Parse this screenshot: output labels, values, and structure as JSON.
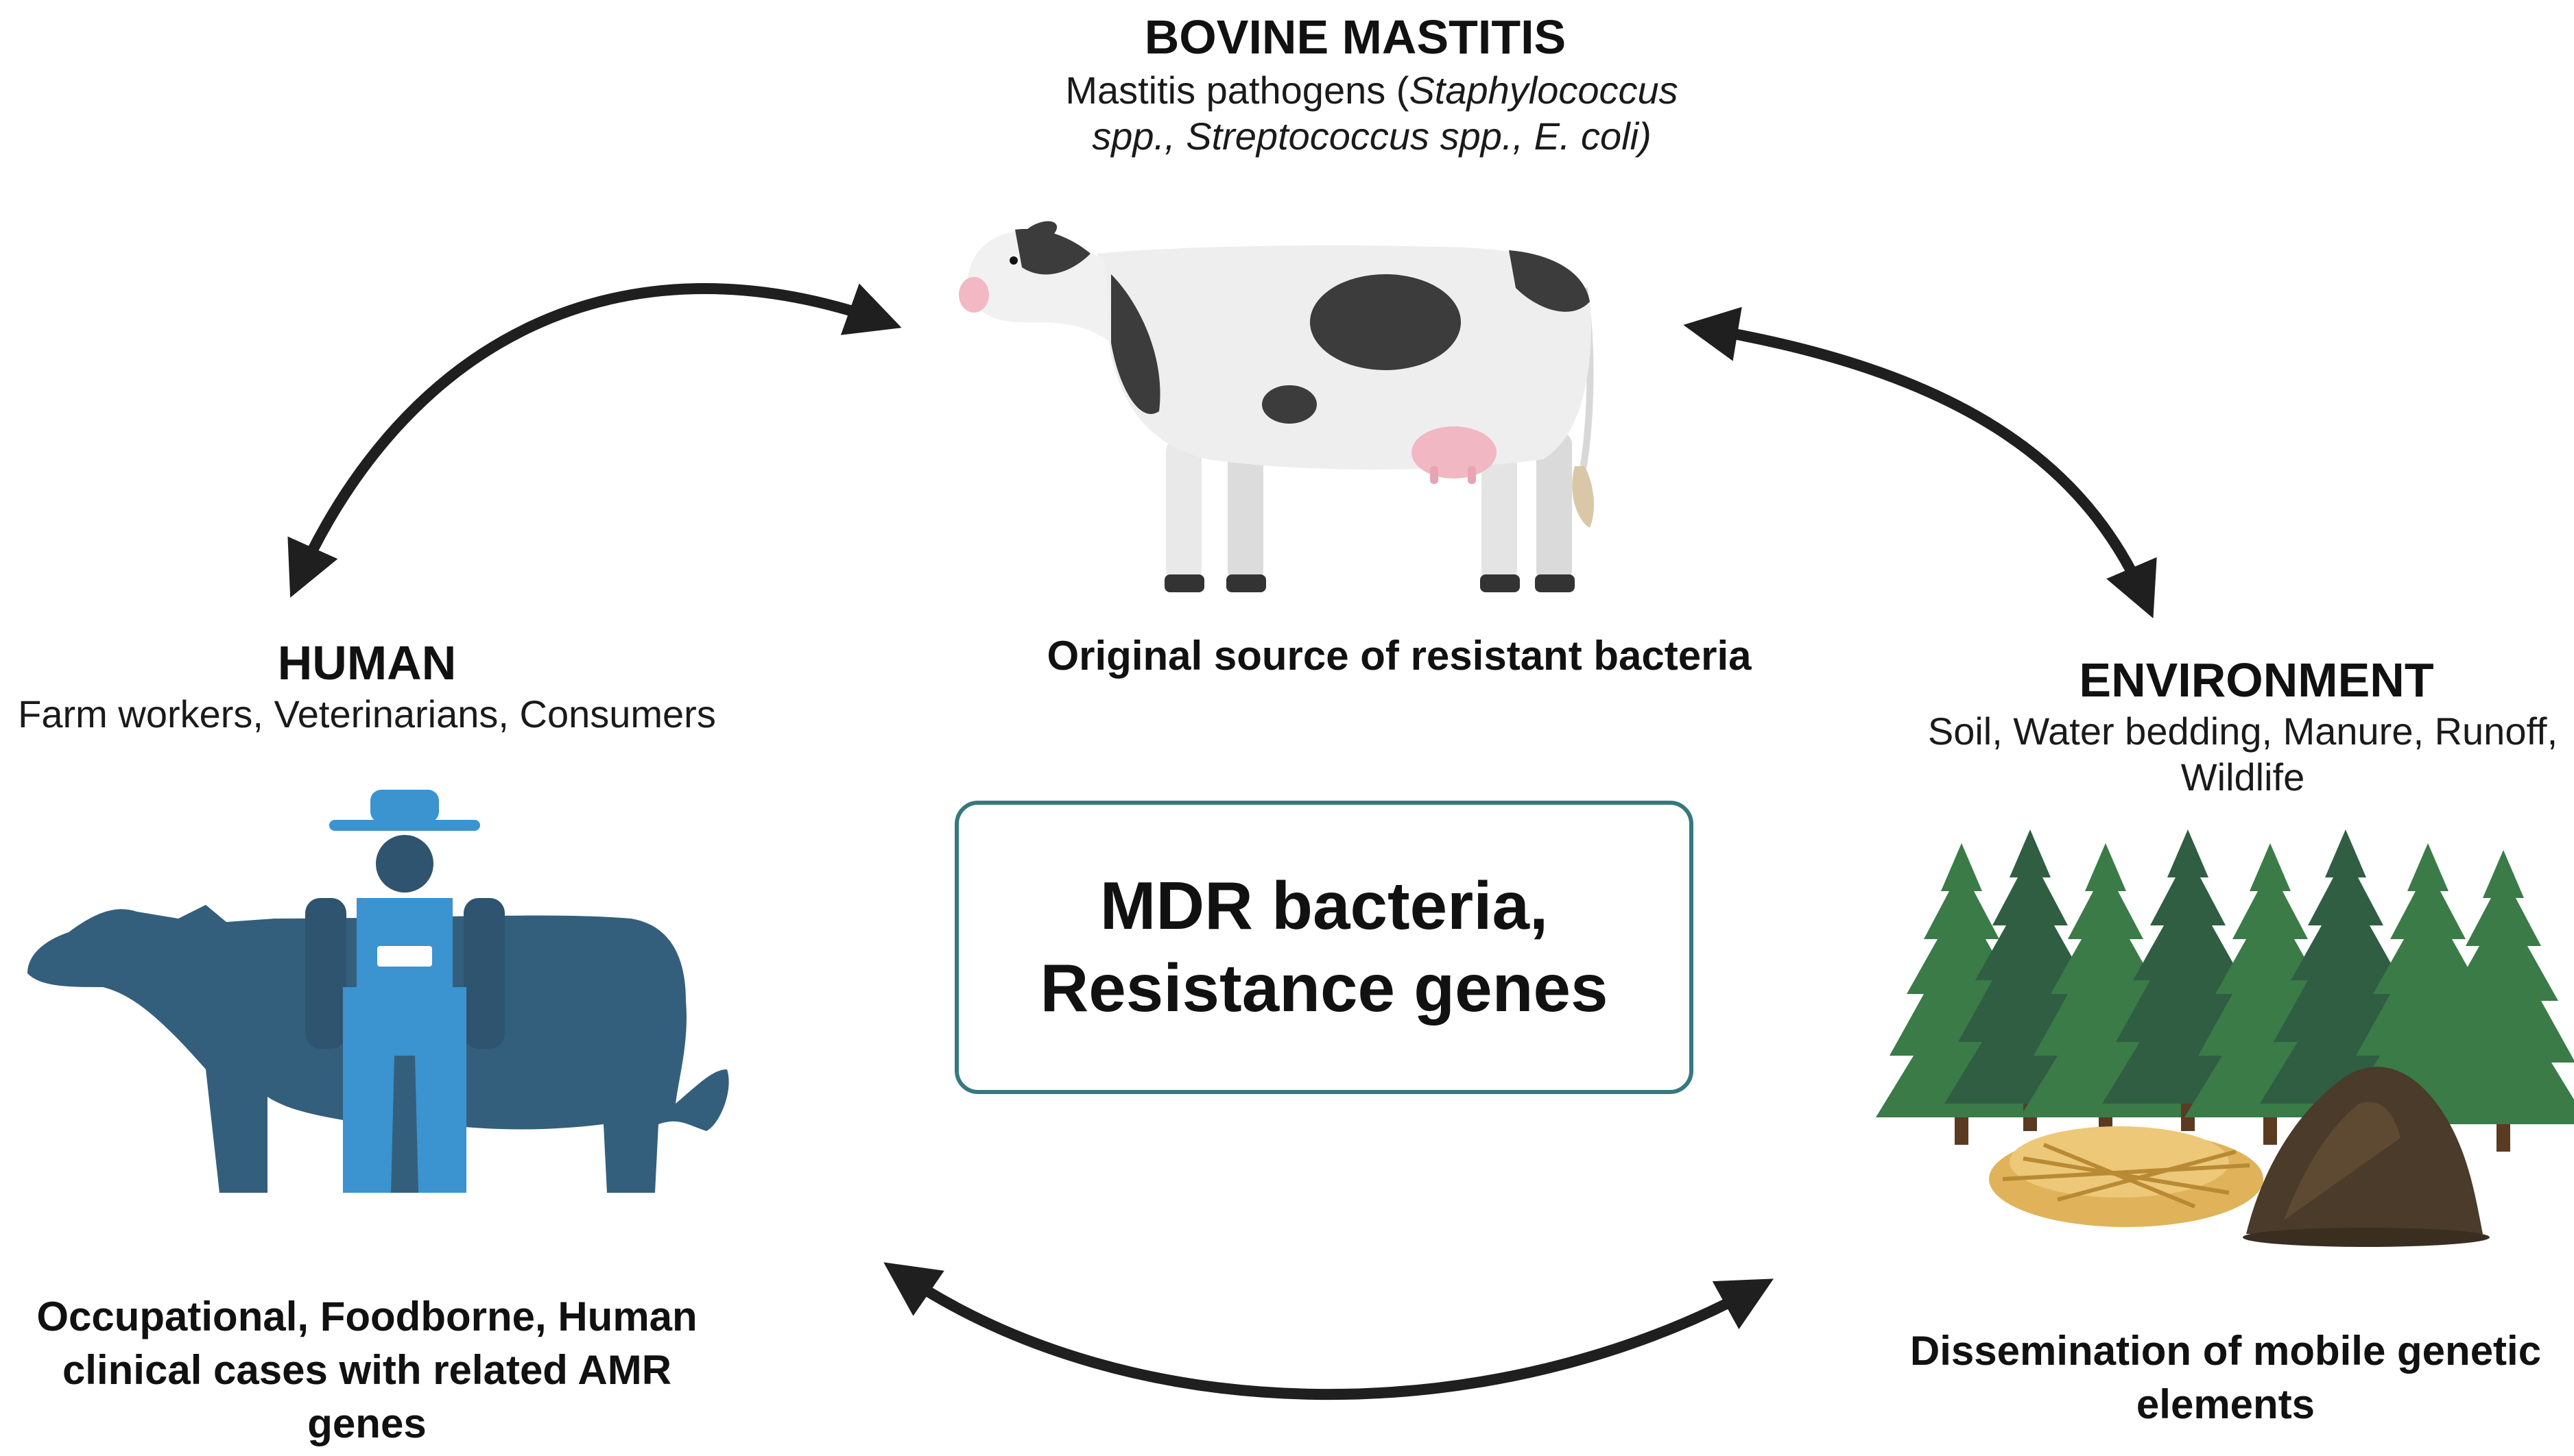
{
  "bovine": {
    "title": "BOVINE MASTITIS",
    "sub_prefix": "Mastitis pathogens (",
    "sub_italic_1": "Staphylococcus",
    "sub_italic_2": "spp., Streptococcus spp., E. coli)",
    "caption": "Original source of resistant bacteria"
  },
  "human": {
    "title": "HUMAN",
    "sub": "Farm workers, Veterinarians, Consumers",
    "caption_1": "Occupational, Foodborne, Human",
    "caption_2": "clinical cases with related AMR",
    "caption_3": "genes"
  },
  "environment": {
    "title": "ENVIRONMENT",
    "sub_1": "Soil, Water bedding, Manure, Runoff,",
    "sub_2": "Wildlife",
    "caption_1": "Dissemination of mobile genetic",
    "caption_2": "elements"
  },
  "center": {
    "line_1": "MDR bacteria,",
    "line_2": "Resistance genes"
  },
  "colors": {
    "arrow": "#1f1f1f",
    "box_border": "#35797f",
    "cow_silhouette": "#335f7c",
    "farmer_blue": "#3b93cf",
    "tree_green": "#3a7b48",
    "tree_dark": "#2f5e42",
    "straw": "#e0b35a",
    "manure": "#4a3b2a"
  },
  "icons": [
    "holstein-cow-icon",
    "farmer-with-cow-icon",
    "forest-icon",
    "straw-pile-icon",
    "manure-pile-icon",
    "bidirectional-arrow-icon"
  ]
}
